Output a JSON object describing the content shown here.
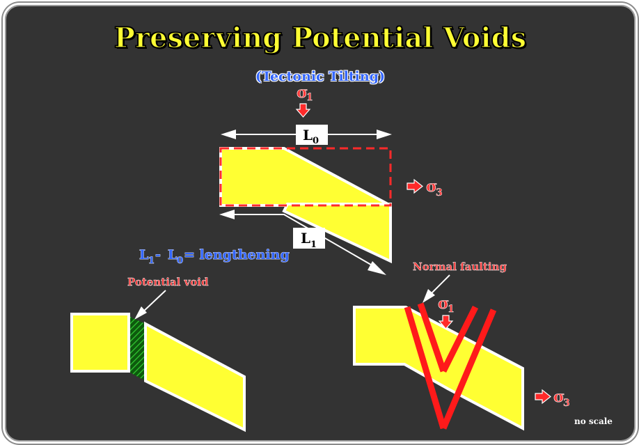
{
  "title": "Preserving Potential Voids",
  "subtitle": "(Tectonic Tilting)",
  "labels": {
    "sigma": "σ",
    "one": "1",
    "three": "3",
    "L0_main": "L",
    "L0_sub": "0",
    "L1_main": "L",
    "L1_sub": "1",
    "lengthening_L1": "L",
    "lengthening_L1_sub": "1",
    "lengthening_dash": "- ",
    "lengthening_L0": "L",
    "lengthening_L0_sub": "0",
    "lengthening_rest": " = lengthening",
    "potential_void": "Potential void",
    "normal_faulting": "Normal faulting",
    "no_scale": "no scale"
  },
  "colors": {
    "background": "#333333",
    "block_fill": "#ffff33",
    "block_edge": "#ffffff",
    "stress_red": "#ff2a2a",
    "void_green": "#1a7a1a",
    "title_yellow": "#ffff33",
    "subtitle_blue": "#3366ff"
  }
}
